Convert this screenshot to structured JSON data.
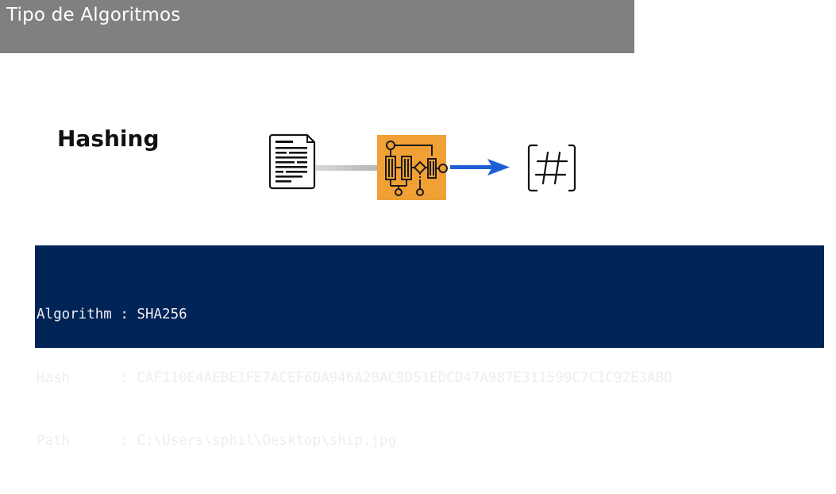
{
  "header": {
    "title": "Tipo de Algoritmos"
  },
  "section": {
    "heading": "Hashing"
  },
  "diagram": {
    "steps": [
      {
        "icon": "document-icon"
      },
      {
        "icon": "algorithm-flowchart-icon"
      },
      {
        "icon": "hash-icon"
      }
    ],
    "colors": {
      "input_arrow": "#b3b3b3",
      "output_arrow": "#1f5fd6",
      "algorithm_box": "#f0a035"
    }
  },
  "terminal": {
    "background": "#012456",
    "text_color": "#eeedf0",
    "lines": [
      "Algorithm : SHA256",
      "Hash      : CAF110E4AEBE1FE7ACEF6DA946A2BAC9D51EDCD47A987E311599C7C1C92E3ABD",
      "Path      : C:\\Users\\sphil\\Desktop\\ship.jpg"
    ]
  }
}
